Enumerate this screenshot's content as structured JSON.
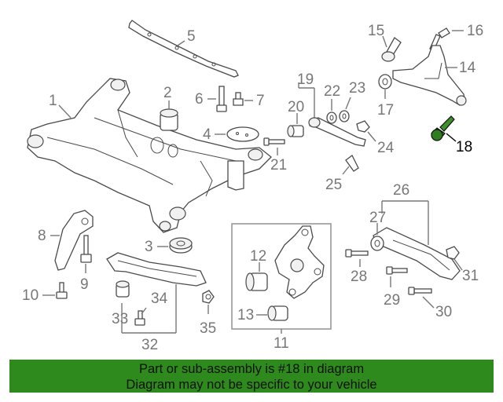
{
  "callouts": {
    "c1": "1",
    "c2": "2",
    "c3": "3",
    "c4": "4",
    "c5": "5",
    "c6": "6",
    "c7": "7",
    "c8": "8",
    "c9": "9",
    "c10": "10",
    "c11": "11",
    "c12": "12",
    "c13": "13",
    "c14": "14",
    "c15": "15",
    "c16": "16",
    "c17": "17",
    "c18": "18",
    "c19": "19",
    "c20": "20",
    "c21": "21",
    "c22": "22",
    "c23": "23",
    "c24": "24",
    "c25": "25",
    "c26": "26",
    "c27": "27",
    "c28": "28",
    "c29": "29",
    "c30": "30",
    "c31": "31",
    "c32": "32",
    "c33": "33",
    "c34": "34",
    "c35": "35"
  },
  "highlight": {
    "part_number": "18",
    "color": "#2e8a1c"
  },
  "banner": {
    "line1": "Part or sub-assembly is #18 in diagram",
    "line2": "Diagram may not be specific to your vehicle"
  }
}
